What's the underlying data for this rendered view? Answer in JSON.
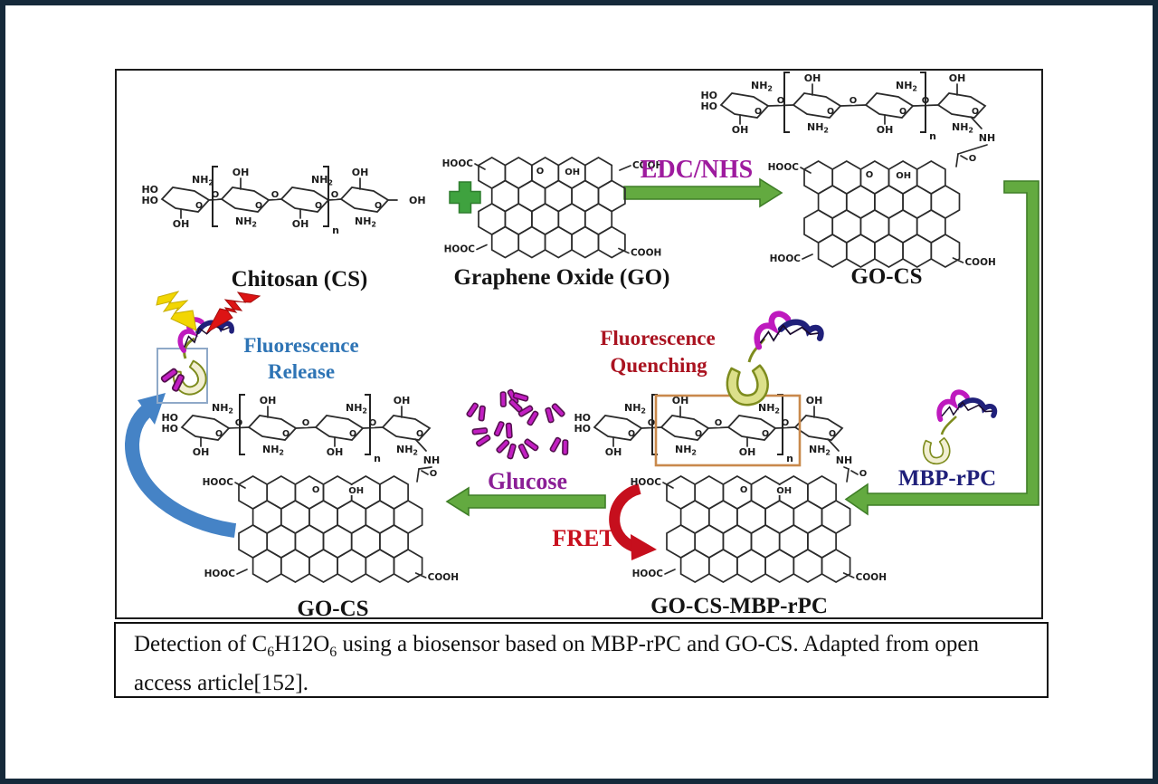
{
  "figure": {
    "type": "biosensor-scheme-diagram",
    "caption": {
      "parts": [
        {
          "t": "Detection of C"
        },
        {
          "t": "6",
          "sub": true
        },
        {
          "t": "H12O"
        },
        {
          "t": "6",
          "sub": true
        },
        {
          "t": " using a biosensor based on MBP-rPC and GO-CS. Adapted from open access article[152]."
        }
      ]
    }
  },
  "diagram": {
    "labels": {
      "chitosan": "Chitosan (CS)",
      "graphene_oxide": "Graphene Oxide (GO)",
      "edc_nhs": "EDC/NHS",
      "go_cs_top": "GO-CS",
      "mbp_rpc": "MBP-rPC",
      "fluorescence_quenching_1": "Fluorescence",
      "fluorescence_quenching_2": "Quenching",
      "fluorescence_release_1": "Fluorescence",
      "fluorescence_release_2": "Release",
      "glucose": "Glucose",
      "fret": "FRET",
      "go_cs_bottom": "GO-CS",
      "go_cs_mbp_rpc": "GO-CS-MBP-rPC"
    },
    "chem_labels": {
      "ho": "HO",
      "oh": "OH",
      "o": "O",
      "n": "n",
      "nh": "NH",
      "nh2_base": "NH",
      "nh2_sub": "2",
      "hooc": "HOOC",
      "cooh": "COOH"
    }
  },
  "colors": {
    "outer_border": "#15293a",
    "panel_border": "#1c1c1c",
    "structure_stroke": "#2b2b2b",
    "green_arrow": "#63aa40",
    "green_arrow_edge": "#3f7e27",
    "plus_green": "#3fa23f",
    "edc_nhs_text": "#9e1b9e",
    "glucose_text": "#8b1f96",
    "mbp_text": "#20207a",
    "quenching_text": "#aa1320",
    "release_text": "#2e74b5",
    "fret_text": "#c8101e",
    "fret_arrow": "#c60f1d",
    "blue_arrow": "#4583c6",
    "glucose_molecule": "#c21ec2",
    "glucose_molecule_edge": "#55104f",
    "orange_box": "#c9894c",
    "release_box": "#8fa9c8",
    "cup_release": "#f2efd2",
    "cup_quench": "#dce08a",
    "cup_edge": "#7e8c1e",
    "fluor_magenta": "#be1abe",
    "fluor_navy": "#20207a",
    "bolt_yellow": "#f2d602",
    "bolt_red": "#dd1414"
  }
}
